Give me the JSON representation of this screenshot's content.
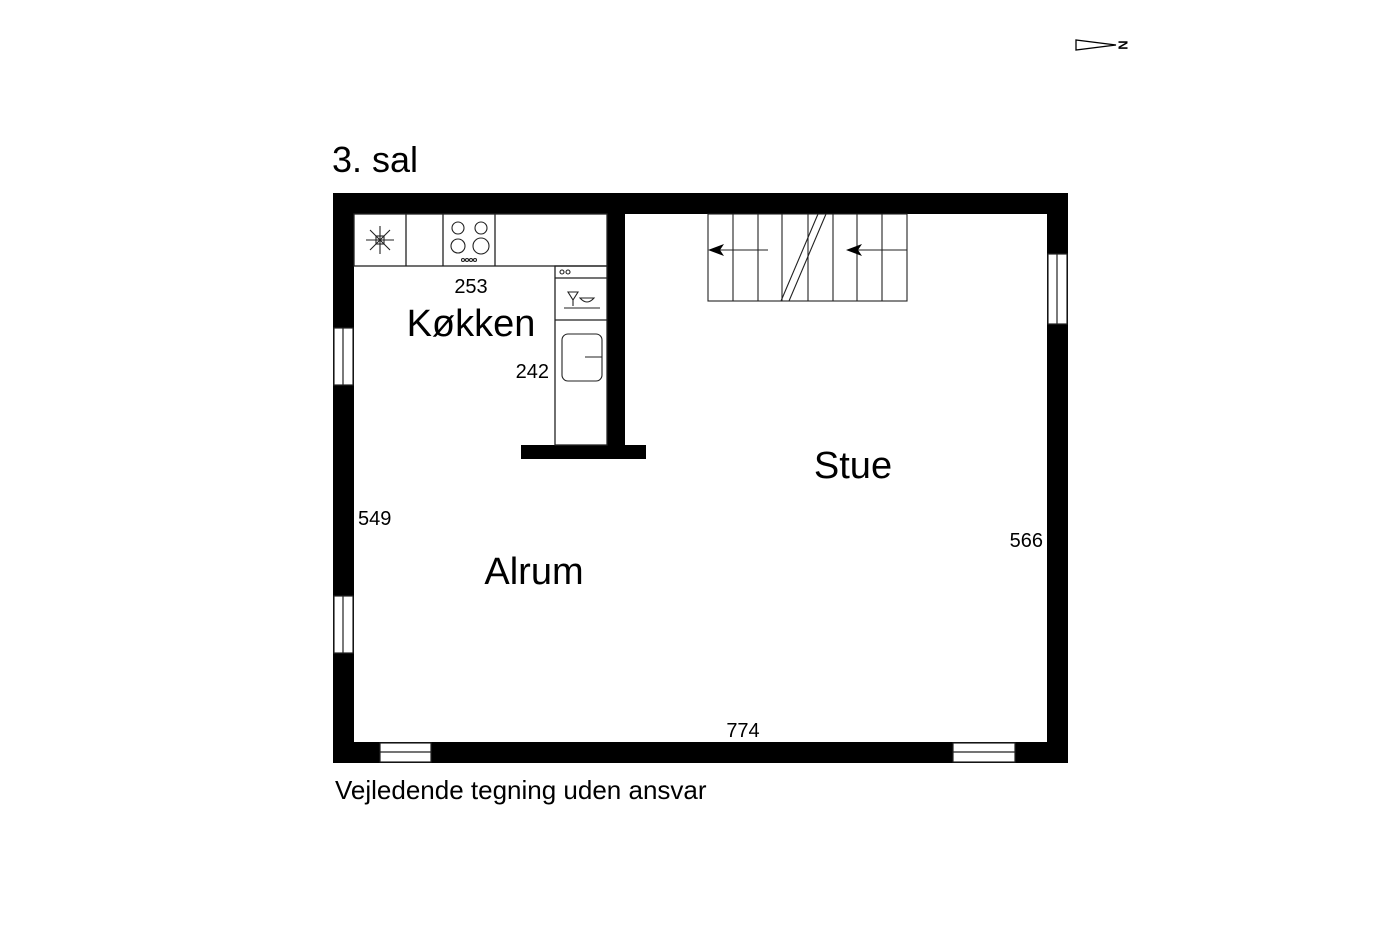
{
  "floor_title": "3. sal",
  "north_label": "N",
  "rooms": {
    "kitchen": {
      "name": "Køkken",
      "measure_width": "253",
      "measure_depth": "242"
    },
    "living": {
      "name": "Stue",
      "measure": "566"
    },
    "sunroom": {
      "name": "Alrum",
      "measure_height": "549",
      "measure_width": "774"
    }
  },
  "disclaimer": "Vejledende tegning uden ansvar",
  "colors": {
    "wall": "#000000",
    "background": "#ffffff",
    "line": "#222222"
  }
}
